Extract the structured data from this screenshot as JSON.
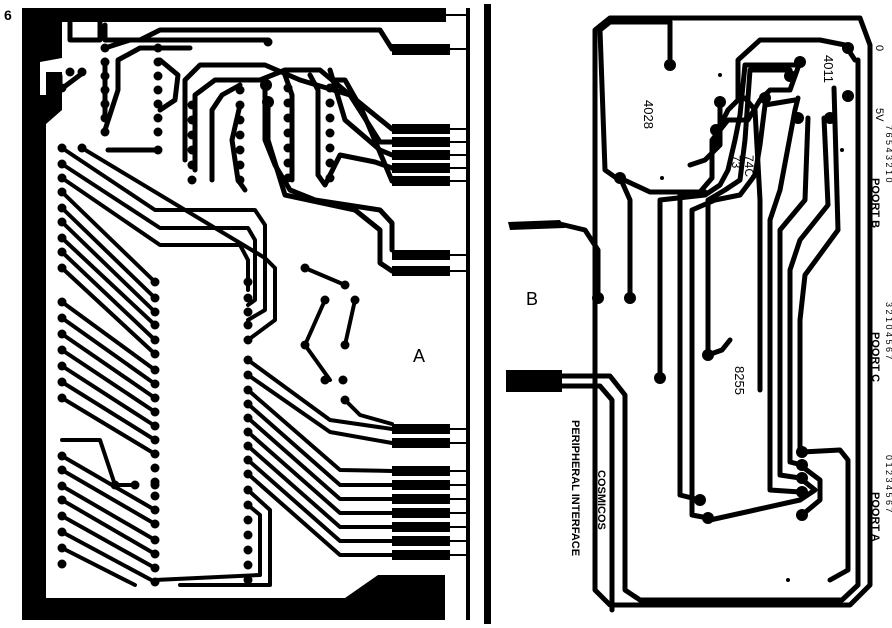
{
  "figure": {
    "number": "6"
  },
  "labels": {
    "side_a": "A",
    "side_b": "B",
    "title_line1": "COSMICOS",
    "title_line2": "PERIPHERAL   INTERFACE"
  },
  "components": {
    "ic1": "4028",
    "ic2": "4011",
    "ic3_line1": "74C",
    "ic3_line2": "73",
    "ic4": "8255"
  },
  "edge": {
    "zero": "0",
    "five_v": "5V",
    "port_b_pins": "7 6 5 4 3 2 1 0",
    "port_b": "POORT B",
    "port_c_pins": "3 2 1 0 4 5 6 7",
    "port_c": "POORT C",
    "port_a_pins": "0 1 2 3 4 5 6 7",
    "port_a": "POORT A"
  }
}
